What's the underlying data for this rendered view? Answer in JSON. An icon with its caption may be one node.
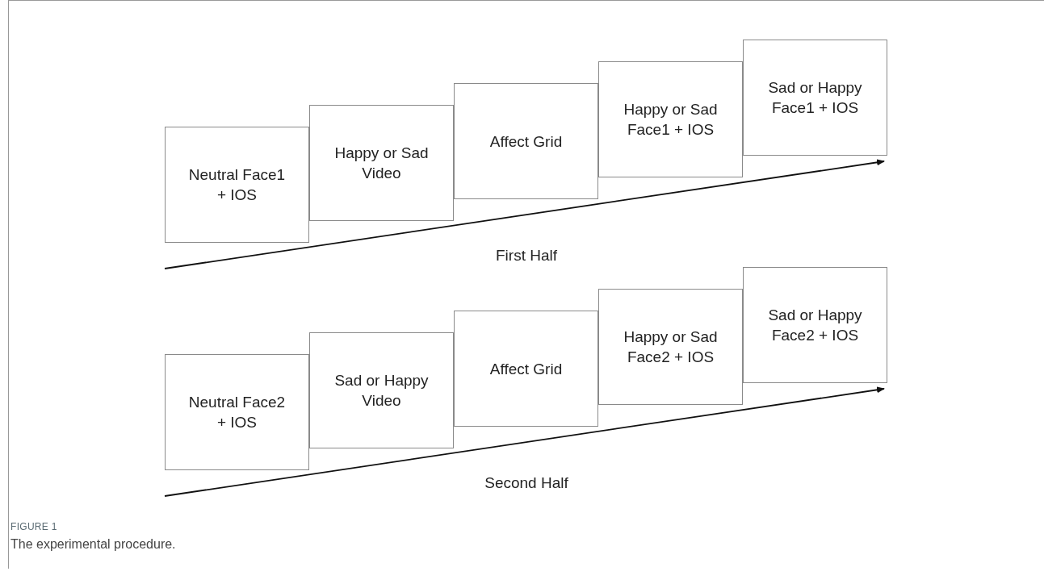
{
  "diagram": {
    "caption": "The experimental procedure.",
    "nodes": [
      {
        "text": [
          "Neutral Face1 + IOS"
        ]
      },
      {
        "text": [
          "Happy or Sad Video"
        ]
      },
      {
        "text": [
          "Affect Grid"
        ]
      },
      {
        "text": [
          "Happy or Sad Face1 + IOS"
        ]
      },
      {
        "text": [
          "Sad or Happy Face1 + IOS"
        ]
      },
      {
        "text": [
          "Neutral Face2 + IOS"
        ]
      },
      {
        "text": [
          "Sad or Happy Video"
        ]
      },
      {
        "text": [
          "Affect Grid"
        ]
      },
      {
        "text": [
          "Happy or Sad Face2 + IOS"
        ]
      },
      {
        "text": [
          "Sad or Happy Face2 + IOS"
        ]
      }
    ],
    "edges": [],
    "labels": [
      "First Half",
      "Second Half",
      "FIGURE 1"
    ]
  }
}
